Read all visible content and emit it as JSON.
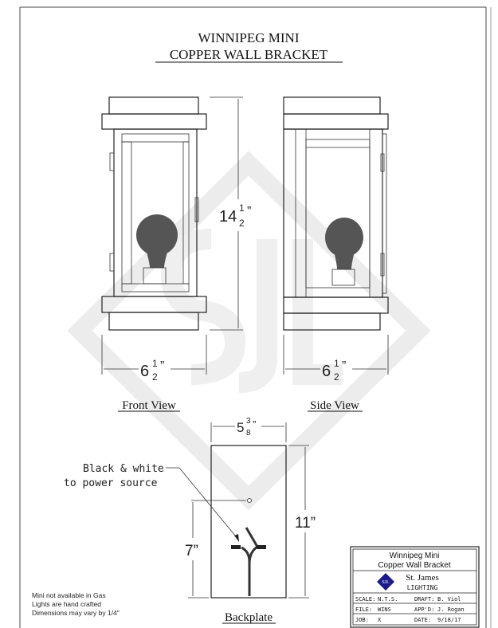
{
  "title": {
    "line1": "WINNIPEG MINI",
    "line2": "COPPER WALL BRACKET"
  },
  "views": {
    "front": {
      "label": "Front View",
      "width_whole": "6",
      "width_frac_num": "1",
      "width_frac_den": "2",
      "inch": "”"
    },
    "side": {
      "label": "Side View",
      "width_whole": "6",
      "width_frac_num": "1",
      "width_frac_den": "2",
      "inch": "”"
    },
    "height": {
      "whole": "14",
      "frac_num": "1",
      "frac_den": "2",
      "inch": "”"
    }
  },
  "backplate": {
    "label": "Backplate",
    "width_whole": "5",
    "width_frac_num": "3",
    "width_frac_den": "8",
    "inch": "”",
    "height": "11”",
    "mount_height": "7”",
    "callout_line1": "Black & white",
    "callout_line2": "to power source"
  },
  "notes": [
    "Mini not available in Gas",
    "Lights are hand crafted",
    "Dimensions may vary by 1/4\""
  ],
  "title_block": {
    "name_line1": "Winnipeg Mini",
    "name_line2": "Copper Wall Bracket",
    "company": "St. James",
    "company_sub": "LIGHTING",
    "logo_text": "SJL",
    "scale_label": "SCALE:",
    "scale": "N.T.S.",
    "draft_label": "DRAFT:",
    "draft": "B. Viol",
    "file_label": "FILE:",
    "file": "WINS",
    "appd_label": "APP'D:",
    "appd": "J. Rogan",
    "job_label": "JOB:",
    "job": "X",
    "date_label": "DATE:",
    "date": "9/18/17"
  },
  "watermark": {
    "text": "SJL",
    "color": "#e6e6e6"
  },
  "colors": {
    "logo": "#1a1a8c",
    "line": "#222222"
  }
}
